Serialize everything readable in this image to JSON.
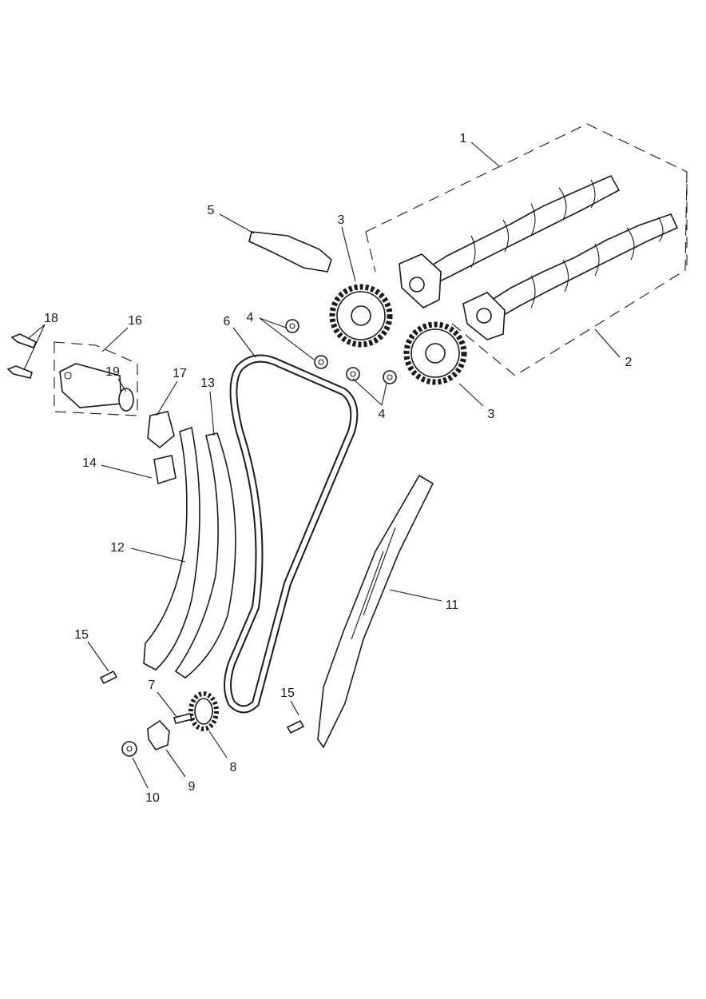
{
  "diagram": {
    "title": "Camshafts, Camshaft Chain and Tensioner exploded view",
    "callouts": {
      "c1": "1",
      "c2": "2",
      "c3a": "3",
      "c3b": "3",
      "c4a": "4",
      "c4b": "4",
      "c5": "5",
      "c6": "6",
      "c7": "7",
      "c8": "8",
      "c9": "9",
      "c10": "10",
      "c11": "11",
      "c12": "12",
      "c13": "13",
      "c14": "14",
      "c15a": "15",
      "c15b": "15",
      "c16": "16",
      "c17": "17",
      "c18": "18",
      "c19": "19"
    }
  }
}
